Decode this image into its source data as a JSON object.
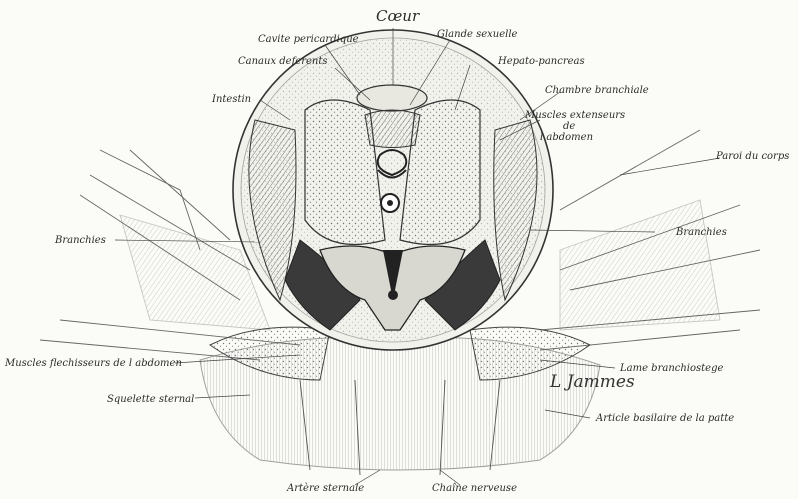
{
  "figure": {
    "title": "Cœur",
    "signature": "L Jammes",
    "labels": {
      "cavite_pericardique": "Cavite pericardique",
      "glande_sexuelle": "Glande sexuelle",
      "canaux_deferents": "Canaux deferents",
      "hepato_pancreas": "Hepato-pancreas",
      "intestin": "Intestin",
      "chambre_branchiale": "Chambre branchiale",
      "muscles_extenseurs_1": "Muscles extenseurs",
      "muscles_extenseurs_2": "de",
      "muscles_extenseurs_3": "l abdomen",
      "paroi_du_corps": "Paroi du corps",
      "branchies_left": "Branchies",
      "branchies_right": "Branchies",
      "muscles_flechisseurs": "Muscles flechisseurs de l abdomen",
      "lame_branchiostege": "Lame branchiostege",
      "squelette_sternal": "Squelette sternal",
      "article_basilaire": "Article basilaire de la patte",
      "artere_sternale": "Artère sternale",
      "chaine_nerveuse": "Chaîne nerveuse"
    }
  }
}
